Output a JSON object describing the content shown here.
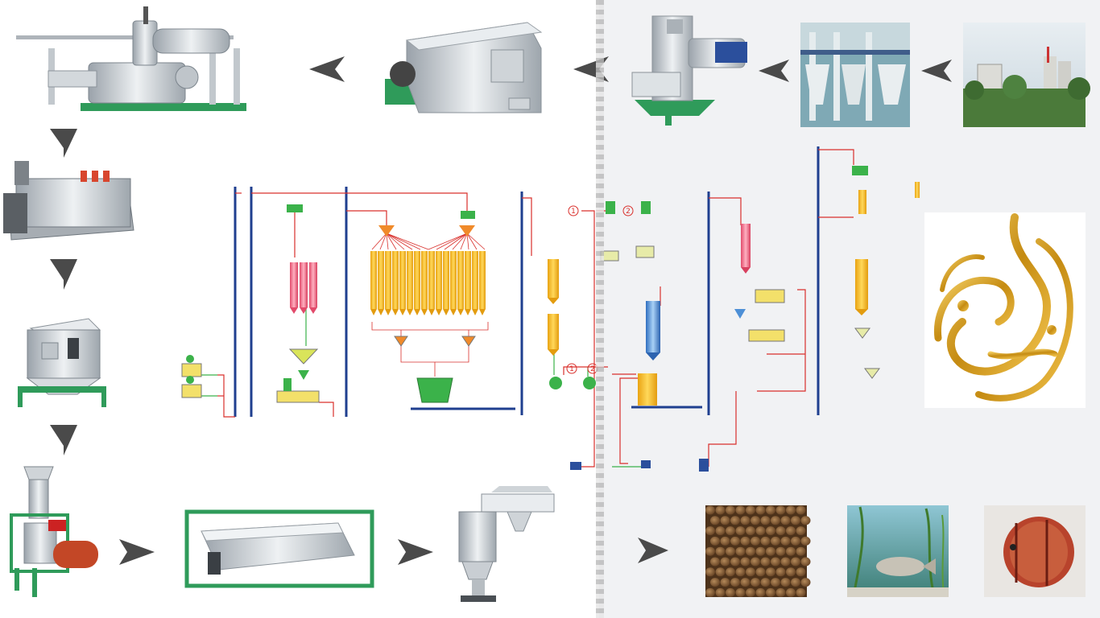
{
  "diagram": {
    "process_label": "",
    "step_markers": [
      "1",
      "2",
      "1",
      "2"
    ]
  },
  "colors": {
    "machine_green": "#2f9b5a",
    "machine_grey": "#cfd4d8",
    "pipe_red": "#d9302c",
    "pipe_blue": "#1f3f8f",
    "bin_yellow": "#f3b91e",
    "bin_pink": "#ec6f86",
    "bin_blue": "#4d8fd6",
    "arrow_grey": "#444444",
    "logo_gold": "#d8a521"
  },
  "icons": [
    "extruder-icon",
    "mixer-icon",
    "pulverizer-icon",
    "dryer-icon",
    "cooler-icon",
    "crumbler-icon",
    "screener-icon",
    "packing-scale-icon",
    "logo-icon"
  ]
}
